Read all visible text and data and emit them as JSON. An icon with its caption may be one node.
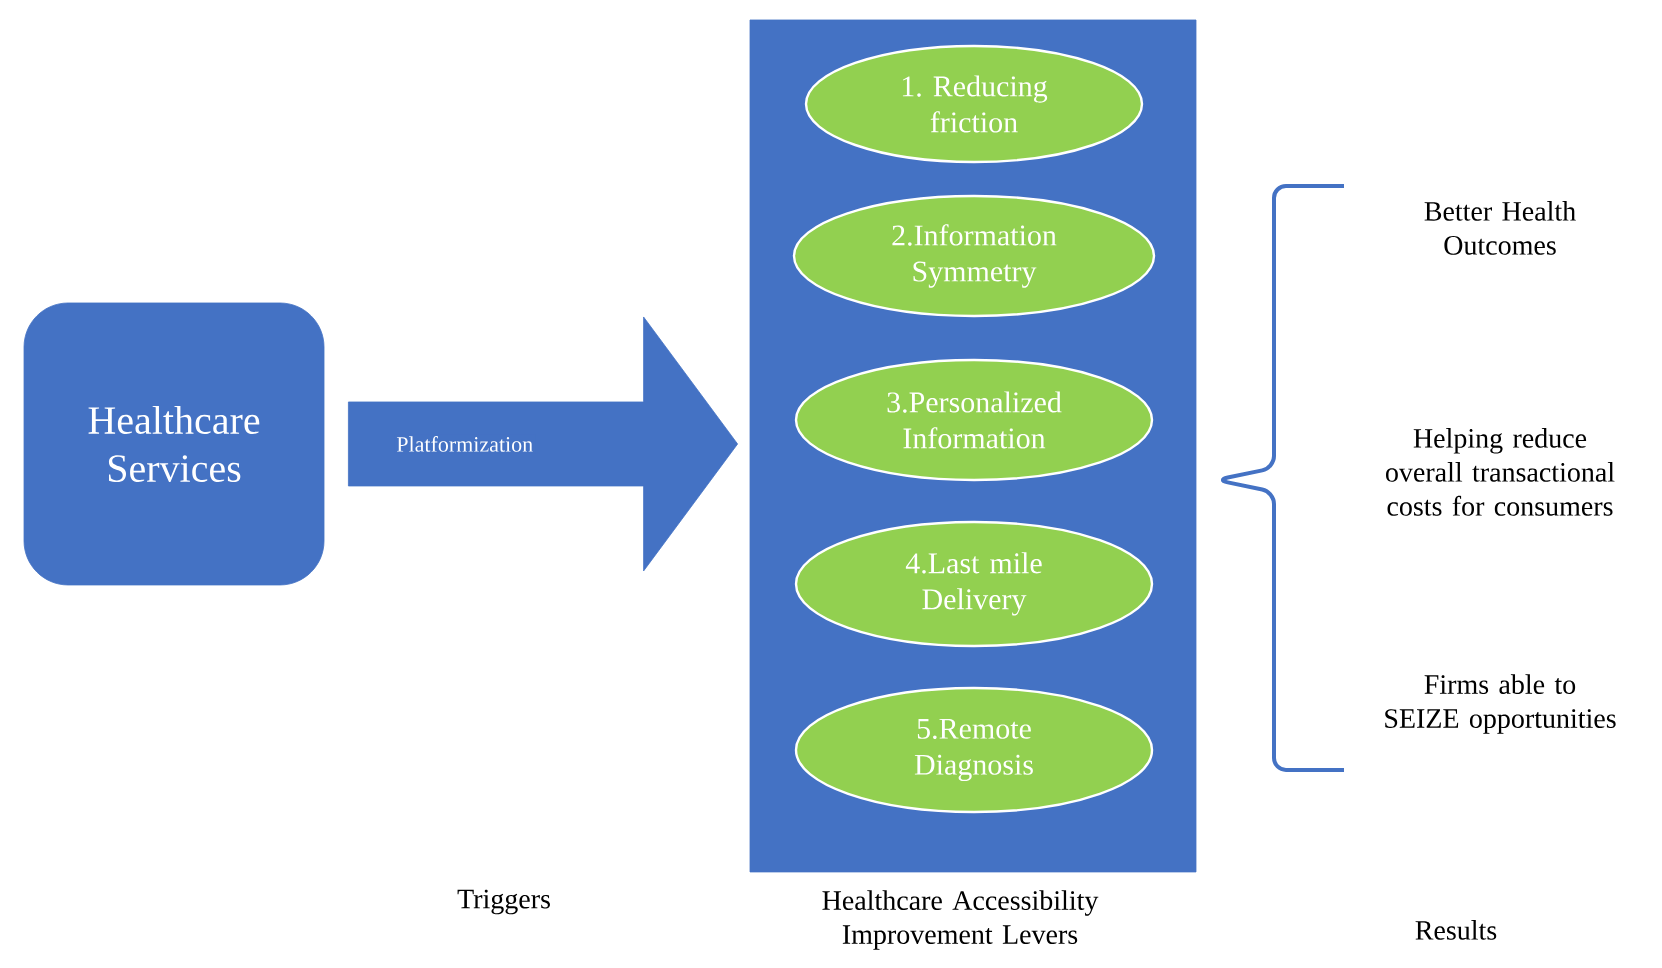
{
  "diagram": {
    "nodes": [
      {
        "text": [
          "Healthcare Services"
        ]
      },
      {
        "text": [],
        "shape": "box"
      },
      {
        "text": [
          "1. Reducing friction"
        ],
        "in": 1
      },
      {
        "text": [
          "2.Information Symmetry"
        ],
        "in": 1
      },
      {
        "text": [
          "3.Personalized Information"
        ],
        "in": 1
      },
      {
        "text": [
          "4.Last mile Delivery"
        ],
        "in": 1
      },
      {
        "text": [
          "5.Remote Diagnosis"
        ],
        "in": 1
      }
    ],
    "edges": [
      {
        "from": 0,
        "to": 1,
        "arrow": "to",
        "label": "Platformization",
        "style": "thick"
      }
    ],
    "labels": [
      "Better Health Outcomes",
      "Helping reduce overall transactional costs for consumers",
      "Firms able to SEIZE opportunities",
      "Triggers",
      "Healthcare Accessibility Improvement Levers",
      "Results"
    ]
  }
}
